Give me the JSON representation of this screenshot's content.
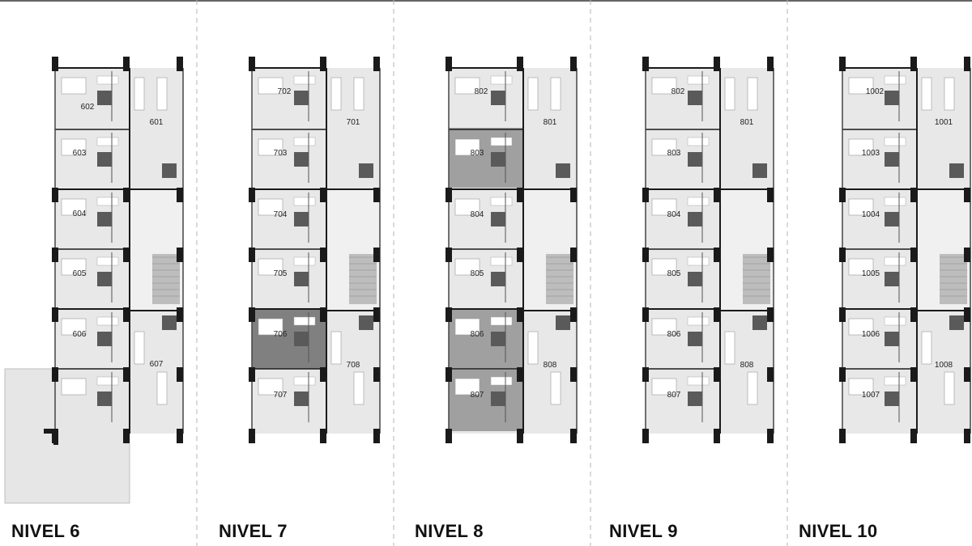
{
  "colors": {
    "background": "#ffffff",
    "floor": "#e8e8e8",
    "wall": "#1a1a1a",
    "highlight_light": "#9c9c9c",
    "highlight_dark": "#7a7a7a",
    "divider": "#b5b5b5",
    "text": "#111111"
  },
  "levels": [
    {
      "title": "NIVEL 6",
      "units": [
        {
          "number": "602",
          "wing": "left"
        },
        {
          "number": "601",
          "wing": "right"
        },
        {
          "number": "603",
          "wing": "left"
        },
        {
          "number": "604",
          "wing": "left"
        },
        {
          "number": "605",
          "wing": "left"
        },
        {
          "number": "606",
          "wing": "left"
        },
        {
          "number": "607",
          "wing": "right"
        }
      ],
      "highlighted_units": []
    },
    {
      "title": "NIVEL 7",
      "units": [
        {
          "number": "702",
          "wing": "left"
        },
        {
          "number": "701",
          "wing": "right"
        },
        {
          "number": "703",
          "wing": "left"
        },
        {
          "number": "704",
          "wing": "left"
        },
        {
          "number": "705",
          "wing": "left"
        },
        {
          "number": "706",
          "wing": "left"
        },
        {
          "number": "708",
          "wing": "right"
        },
        {
          "number": "707",
          "wing": "left"
        }
      ],
      "highlighted_units": [
        "706"
      ]
    },
    {
      "title": "NIVEL 8",
      "units": [
        {
          "number": "802",
          "wing": "left"
        },
        {
          "number": "801",
          "wing": "right"
        },
        {
          "number": "803",
          "wing": "left"
        },
        {
          "number": "804",
          "wing": "left"
        },
        {
          "number": "805",
          "wing": "left"
        },
        {
          "number": "806",
          "wing": "left"
        },
        {
          "number": "808",
          "wing": "right"
        },
        {
          "number": "807",
          "wing": "left"
        }
      ],
      "highlighted_units": [
        "803",
        "806",
        "807"
      ]
    },
    {
      "title": "NIVEL 9",
      "units": [
        {
          "number": "802",
          "wing": "left"
        },
        {
          "number": "801",
          "wing": "right"
        },
        {
          "number": "803",
          "wing": "left"
        },
        {
          "number": "804",
          "wing": "left"
        },
        {
          "number": "805",
          "wing": "left"
        },
        {
          "number": "806",
          "wing": "left"
        },
        {
          "number": "808",
          "wing": "right"
        },
        {
          "number": "807",
          "wing": "left"
        }
      ],
      "highlighted_units": []
    },
    {
      "title": "NIVEL 10",
      "units": [
        {
          "number": "1002",
          "wing": "left"
        },
        {
          "number": "1001",
          "wing": "right"
        },
        {
          "number": "1003",
          "wing": "left"
        },
        {
          "number": "1004",
          "wing": "left"
        },
        {
          "number": "1005",
          "wing": "left"
        },
        {
          "number": "1006",
          "wing": "left"
        },
        {
          "number": "1008",
          "wing": "right"
        },
        {
          "number": "1007",
          "wing": "left"
        }
      ],
      "highlighted_units": []
    }
  ]
}
